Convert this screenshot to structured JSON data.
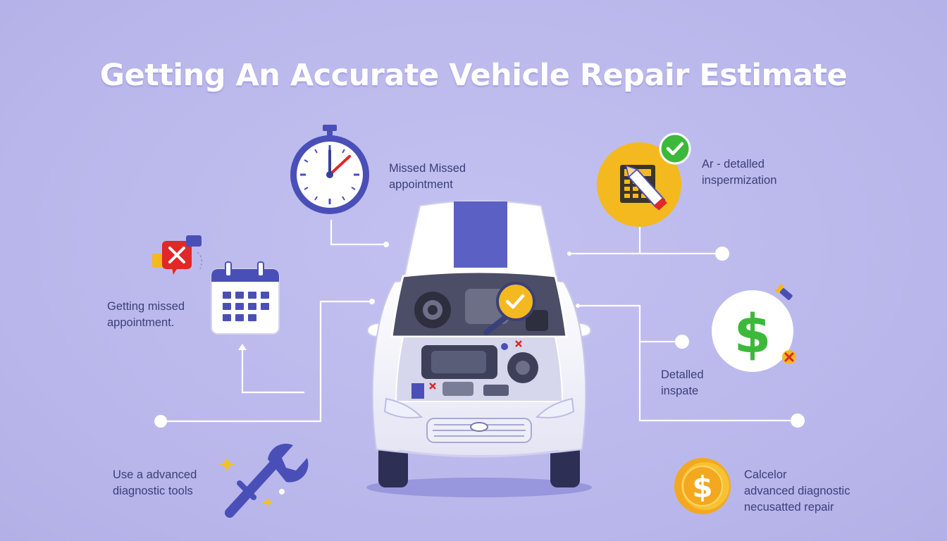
{
  "title": "Getting An Accurate Vehicle Repair Estimate",
  "labels": {
    "top_center": {
      "line1": "Missed Missed",
      "line2": "appointment"
    },
    "top_right": {
      "line1": "Ar - detalled",
      "line2": "inspermization"
    },
    "mid_left": {
      "line1": "Getting missed",
      "line2": "appointment."
    },
    "mid_right": {
      "line1": "Detalled",
      "line2": "inspate"
    },
    "bottom_left": {
      "line1": "Use a advanced",
      "line2": "diagnostic tools"
    },
    "bottom_right": {
      "line1": "Calcelor",
      "line2": "advanced diagnostic",
      "line3": "necusatted repair"
    }
  },
  "icon_glyphs": {
    "dollar": "$"
  },
  "icons": [
    "stopwatch-icon",
    "calendar-icon",
    "error-message-icon",
    "wrench-icon",
    "calculator-pencil-icon",
    "checkmark-icon",
    "dollar-icon",
    "coin-dollar-icon",
    "magnifier-check-icon",
    "car-illustration"
  ],
  "colors": {
    "background": "#bbb9ec",
    "accent_blue": "#4a4fb8",
    "line": "#ffffff",
    "label_text": "#3b3f7a",
    "yellow": "#f3b91f",
    "green": "#3cb93a",
    "red": "#e02828"
  }
}
